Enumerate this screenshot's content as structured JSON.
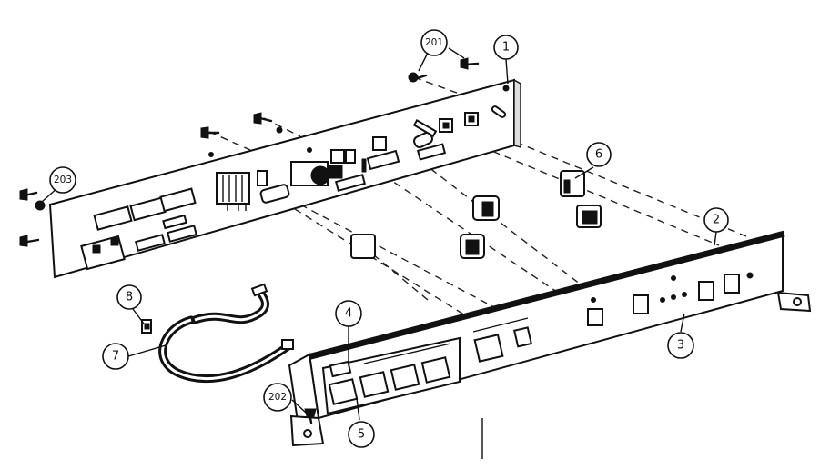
{
  "callouts": {
    "c1": "1",
    "c2": "2",
    "c3": "3",
    "c4": "4",
    "c5": "5",
    "c6": "6",
    "c7": "7",
    "c8": "8",
    "c201": "201",
    "c202": "202",
    "c203": "203"
  },
  "colors": {
    "ink": "#111111",
    "paper": "#ffffff"
  }
}
